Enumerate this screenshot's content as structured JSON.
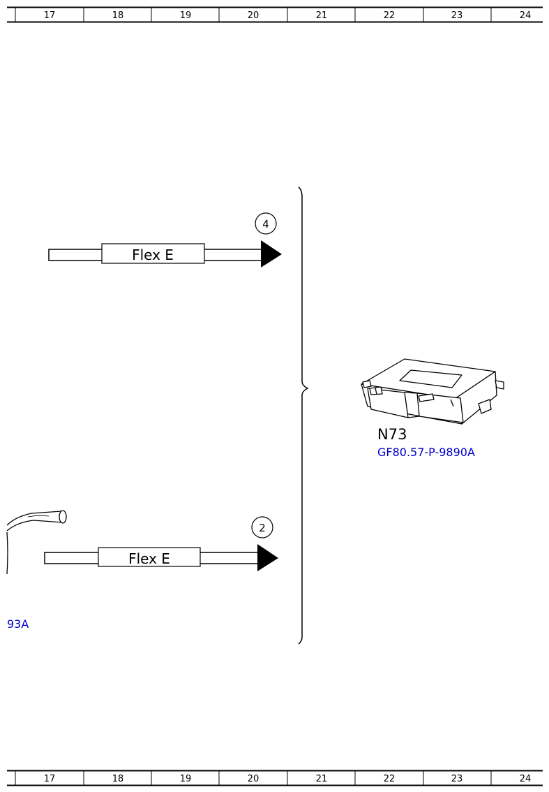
{
  "rulers": {
    "top_labels": [
      "17",
      "18",
      "19",
      "20",
      "21",
      "22",
      "23",
      "24"
    ],
    "bottom_labels": [
      "17",
      "18",
      "19",
      "20",
      "21",
      "22",
      "23",
      "24"
    ]
  },
  "wires": [
    {
      "label": "Flex E",
      "connector": "4"
    },
    {
      "label": "Flex E",
      "connector": "2"
    }
  ],
  "component": {
    "name": "N73",
    "ref": "GF80.57-P-9890A"
  },
  "left_partial_ref": "93A",
  "colors": {
    "ref": "#0000cc",
    "line": "#000000"
  }
}
